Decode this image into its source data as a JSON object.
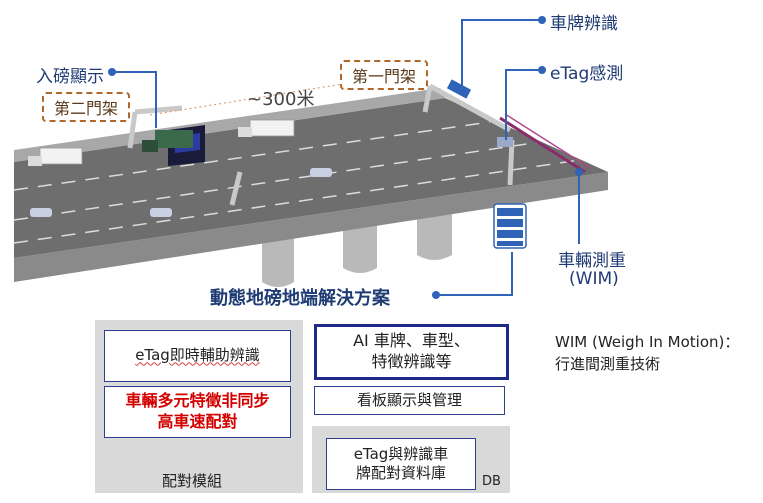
{
  "labels": {
    "plate_recognition": "車牌辨識",
    "etag_sensing": "eTag感測",
    "weigh_display": "入磅顯示",
    "gantry_1": "第一門架",
    "gantry_2": "第二門架",
    "distance": "~300米",
    "wim_line1": "車輛測重",
    "wim_line2": "(WIM)",
    "solution_title": "動態地磅地端解決方案"
  },
  "modules": {
    "etag_assist": "eTag即時輔助辨識",
    "async_match_line1": "車輛多元特徵非同步",
    "async_match_line2": "高車速配對",
    "pairing_caption": "配對模組",
    "ai_line1": "AI 車牌、車型、",
    "ai_line2": "特徵辨識等",
    "board_display": "看板顯示與管理",
    "db_line1": "eTag與辨識車",
    "db_line2": "牌配對資料庫",
    "db_tag": "DB"
  },
  "note": {
    "line1": "WIM (Weigh In Motion)：",
    "line2": "行進間測重技術"
  },
  "colors": {
    "callout": "#2e63b7",
    "gantry_border": "#b0672a",
    "label_text": "#1f3b73",
    "box_border": "#2f3f8f",
    "highlight_red": "#d40000"
  }
}
